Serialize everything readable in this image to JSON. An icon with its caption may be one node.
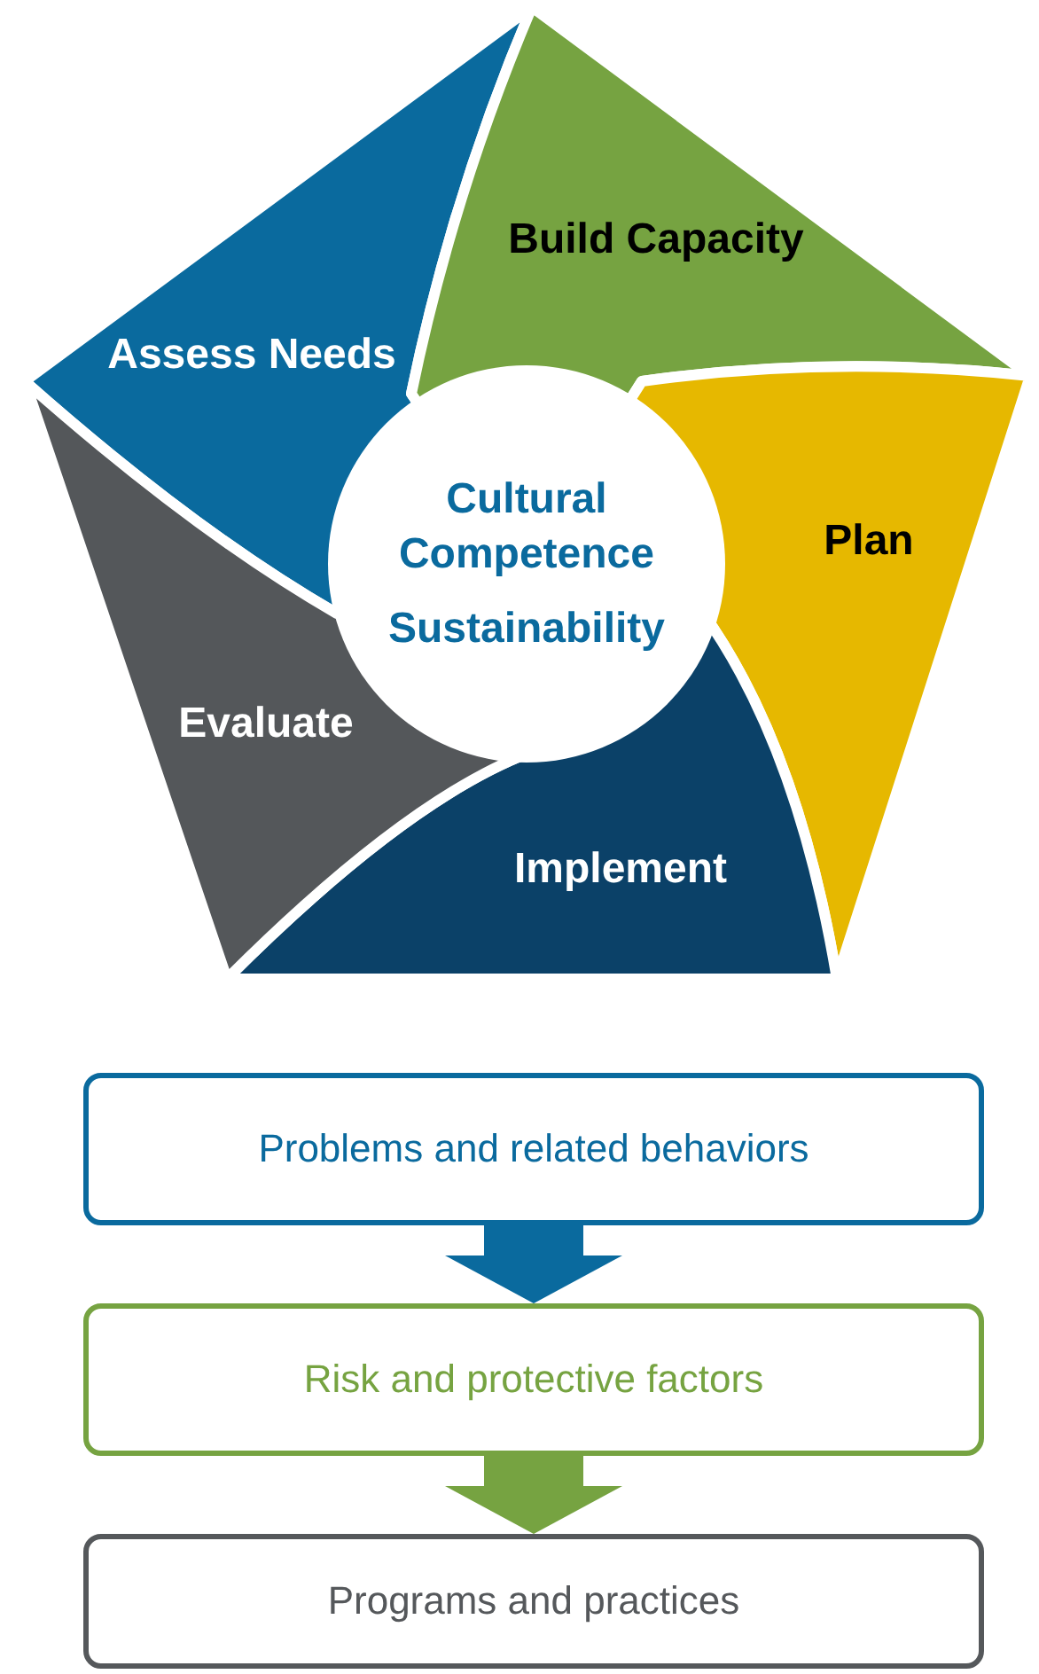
{
  "diagram": {
    "nodes": [
      {
        "text": [
          "Assess Needs"
        ]
      },
      {
        "text": [
          "Build Capacity"
        ]
      },
      {
        "text": [
          "Plan"
        ]
      },
      {
        "text": [
          "Implement"
        ]
      },
      {
        "text": [
          "Evaluate"
        ]
      },
      {
        "text": [
          "Cultural Competence",
          "Sustainability"
        ]
      },
      {
        "text": [
          "Problems and related behaviors"
        ]
      },
      {
        "text": [
          "Risk and protective factors"
        ]
      },
      {
        "text": [
          "Programs and practices"
        ]
      }
    ],
    "edges": [
      {
        "from": 6,
        "to": 7,
        "arrow": "to",
        "color": "#0a6a9e"
      },
      {
        "from": 7,
        "to": 8,
        "arrow": "to",
        "color": "#76a341"
      }
    ]
  }
}
